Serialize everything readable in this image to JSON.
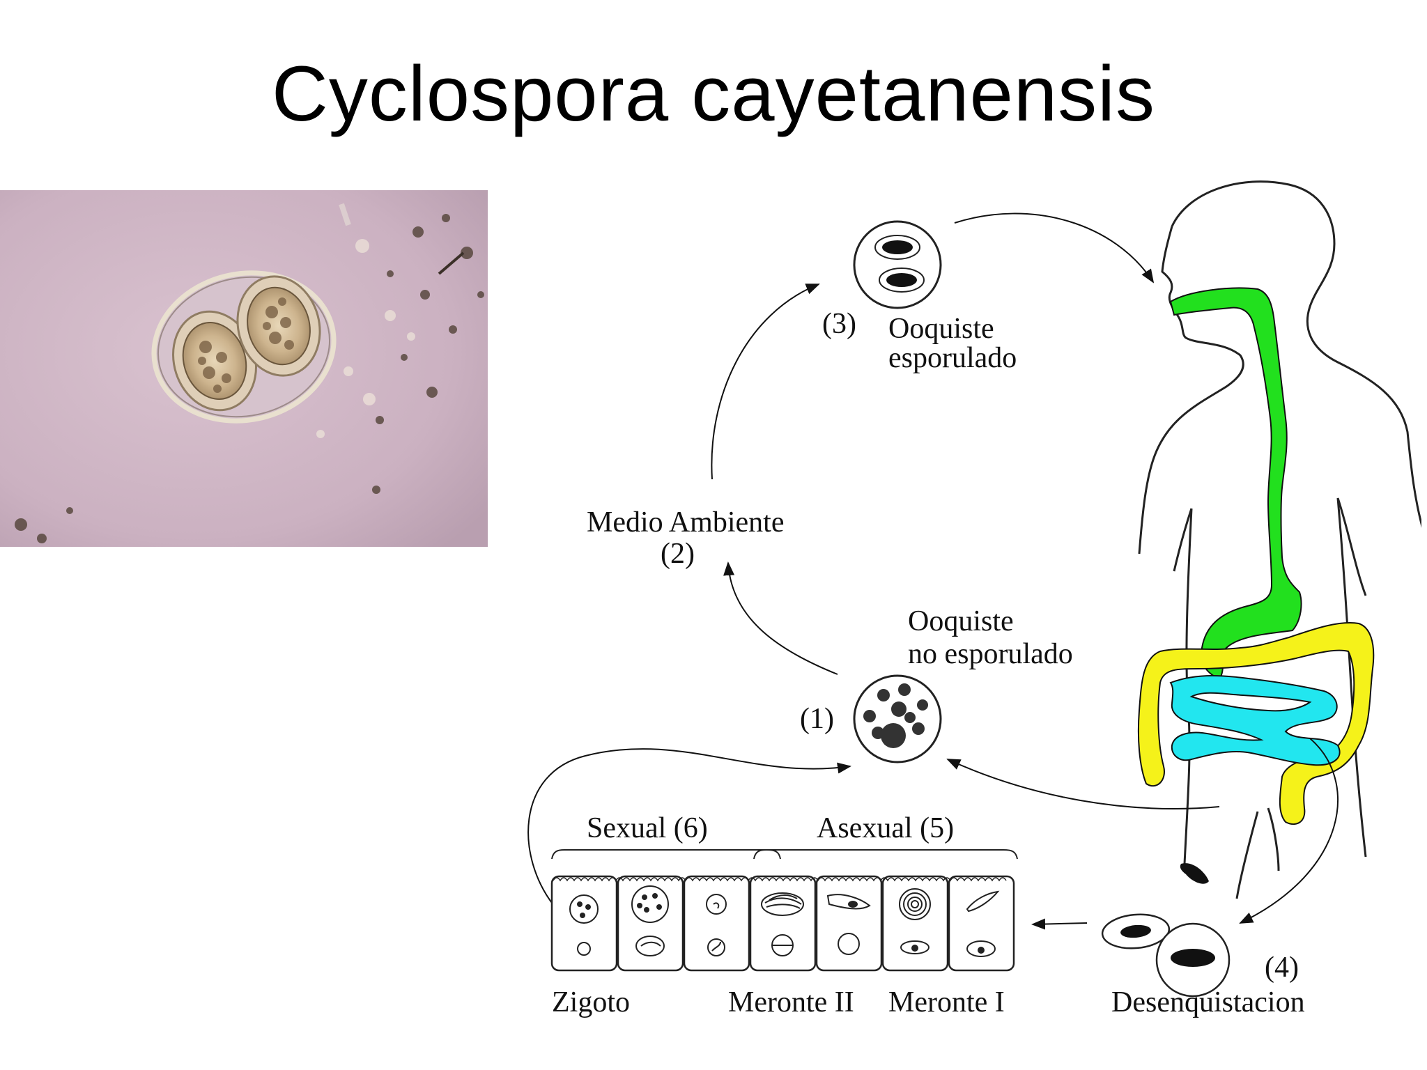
{
  "slide": {
    "title": "Cyclospora cayetanensis"
  },
  "photo": {
    "icon": "micrograph-oocysts-image"
  },
  "diagram": {
    "stage3_number": "(3)",
    "stage3_line1": "Ooquiste",
    "stage3_line2": "esporulado",
    "stage2_line1": "Medio Ambiente",
    "stage2_number": "(2)",
    "stage1_line1": "Ooquiste",
    "stage1_line2": "no esporulado",
    "stage1_number": "(1)",
    "sexual_label": "Sexual (6)",
    "asexual_label": "Asexual (5)",
    "zigoto_label": "Zigoto",
    "meronte2_label": "Meronte II",
    "meronte1_label": "Meronte I",
    "stage4_number": "(4)",
    "desenquistacion_label": "Desenquistacion",
    "colors": {
      "esophagus_stomach": "#22e01e",
      "large_intestine": "#f5f21a",
      "small_intestine": "#22e6ef"
    }
  }
}
